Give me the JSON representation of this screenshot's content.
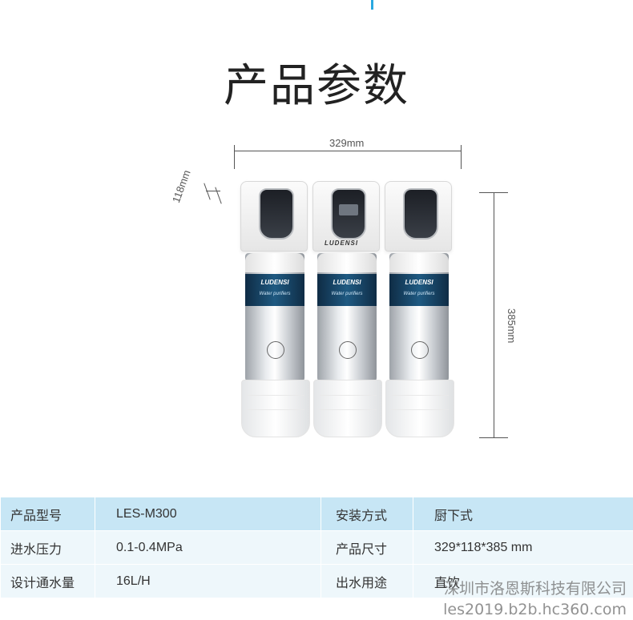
{
  "header": {
    "title": "产品参数"
  },
  "dimensions": {
    "width": "329mm",
    "depth": "118mm",
    "height": "385mm"
  },
  "product": {
    "brand_cap": "LUDENSI",
    "band_brand": "LUDENSI",
    "band_sub": "Water purifiers"
  },
  "spec": {
    "rows": [
      {
        "k1": "产品型号",
        "v1": "LES-M300",
        "k2": "安装方式",
        "v2": "厨下式"
      },
      {
        "k1": "进水压力",
        "v1": "0.1-0.4MPa",
        "k2": "产品尺寸",
        "v2": "329*118*385 mm"
      },
      {
        "k1": "设计通水量",
        "v1": "16L/H",
        "k2": "出水用途",
        "v2": "直饮"
      }
    ]
  },
  "watermark": {
    "line1": "深圳市洛恩斯科技有限公司",
    "line2": "les2019.b2b.hc360.com"
  },
  "colors": {
    "accent": "#29a8e0",
    "table_shade": "#c7e6f5",
    "table_plain": "#eef7fb"
  }
}
